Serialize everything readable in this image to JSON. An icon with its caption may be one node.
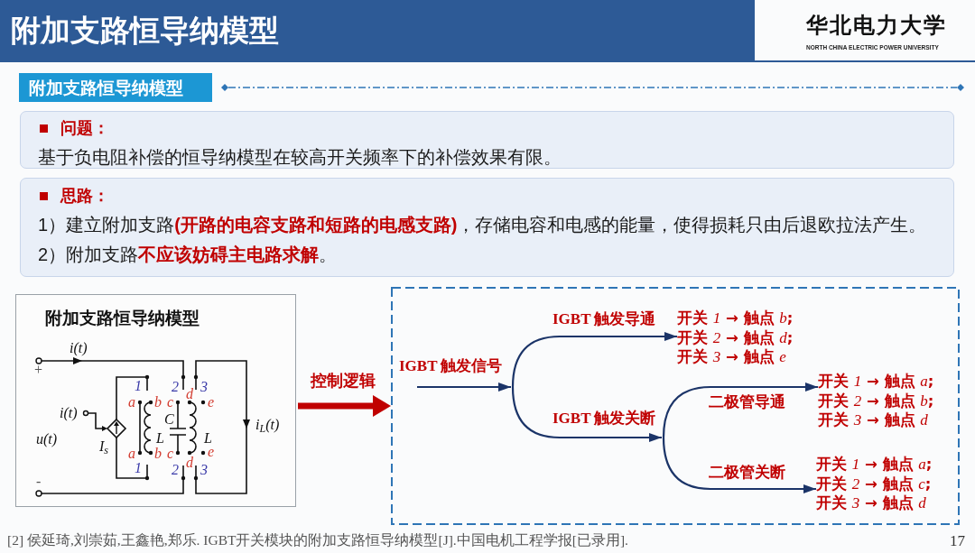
{
  "diagram": {
    "title": "附加支路恒导纳模型",
    "nodes": [
      {
        "text": [
          "附加支路恒导纳模型"
        ]
      },
      {
        "text": [
          "问题：",
          "基于负电阻补偿的恒导纳模型在较高开关频率下的补偿效果有限。"
        ]
      },
      {
        "text": [
          "思路：",
          "1）建立附加支路**(开路的电容支路和短路的电感支路)**，存储电容和电感的能量，使得损耗只由后退欧拉法产生。",
          "2）附加支路**不应该妨碍主电路求解**。"
        ]
      },
      {
        "text": [
          "附加支路恒导纳模型"
        ]
      },
      {
        "text": [],
        "shape": "box"
      },
      {
        "text": [
          "开关 *1* → 触点 *b*;",
          "开关 *2* → 触点 *d*;",
          "开关 *3* → 触点 *e*"
        ],
        "in": 4
      },
      {
        "text": [
          "开关 *1* → 触点 *a*;",
          "开关 *2* → 触点 *b*;",
          "开关 *3* → 触点 *d*"
        ],
        "in": 4
      },
      {
        "text": [
          "开关 *1* → 触点 *a*;",
          "开关 *2* → 触点 *c*;",
          "开关 *3* → 触点 *d*"
        ],
        "in": 4
      }
    ],
    "edges": [
      {
        "from": 3,
        "to": 4,
        "arrow": "to",
        "label": "控制逻辑",
        "style": "thick",
        "color": "#c00000"
      },
      {
        "from": null,
        "to": 5,
        "arrow": "to",
        "label": "IGBT 触发导通"
      },
      {
        "from": null,
        "to": 6,
        "arrow": "to",
        "label": "二极管导通"
      },
      {
        "from": null,
        "to": 7,
        "arrow": "to",
        "label": "二极管关断"
      }
    ],
    "labels": [
      "华北电力大学",
      "NORTH CHINA ELECTRIC POWER UNIVERSITY",
      "i(t)",
      "+",
      "1",
      "2",
      "d",
      "3",
      "a",
      "b",
      "c",
      "e",
      "i(t)",
      "C",
      "i$_{L}$(t)",
      "u(t)",
      "L",
      "L",
      "I$_{s}$",
      "a",
      "b",
      "c",
      "e",
      "d",
      "1",
      "2",
      "3",
      "-",
      "IGBT 触发信号",
      "IGBT 触发关断",
      "[2] 侯延琦,刘崇茹,王鑫艳,郑乐. IGBT开关模块的附加支路恒导纳模型[J].中国电机工程学报[已录用].",
      "17"
    ]
  }
}
